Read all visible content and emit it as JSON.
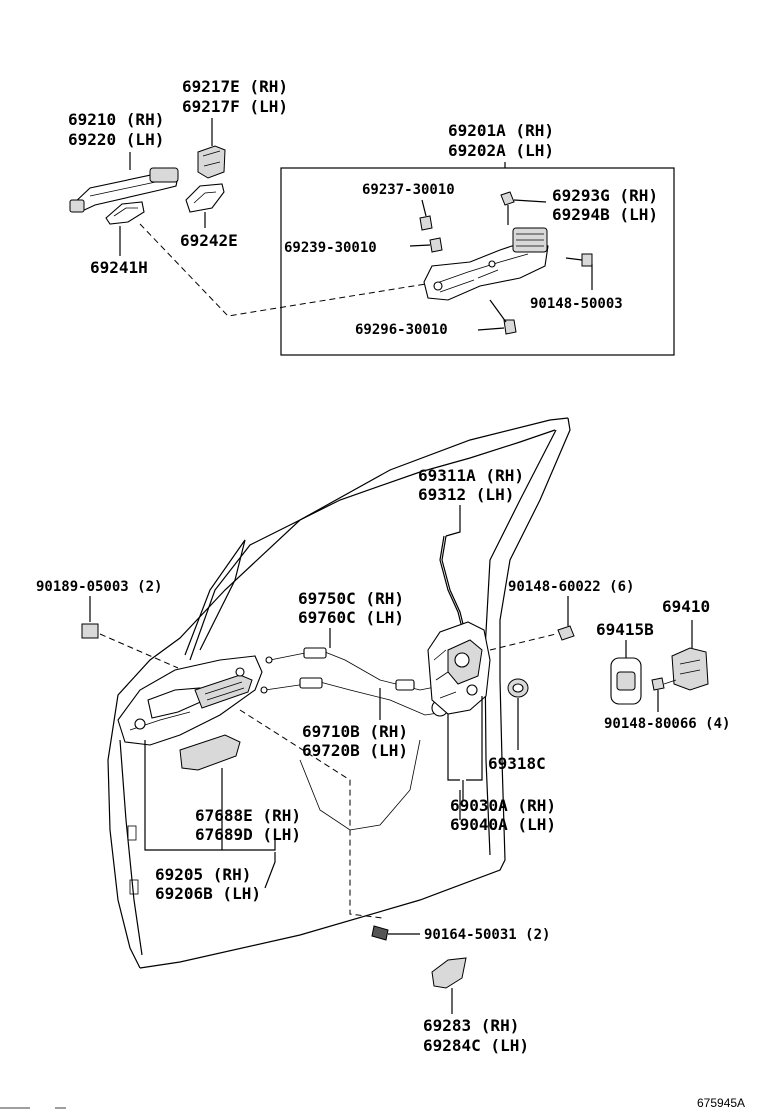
{
  "labels": {
    "p69210": "69210 (RH)",
    "p69220": "69220 (LH)",
    "p69217e": "69217E (RH)",
    "p69217f": "69217F (LH)",
    "p69242e": "69242E",
    "p69241h": "69241H",
    "p69201a": "69201A (RH)",
    "p69202a": "69202A (LH)",
    "p69237": "69237-30010",
    "p69293g": "69293G (RH)",
    "p69294b": "69294B (LH)",
    "p69239": "69239-30010",
    "p90148_50003": "90148-50003",
    "p69296": "69296-30010",
    "p69311a": "69311A (RH)",
    "p69312": "69312 (LH)",
    "p90189": "90189-05003 (2)",
    "p69750c": "69750C (RH)",
    "p69760c": "69760C (LH)",
    "p90148_60022": "90148-60022 (6)",
    "p69410": "69410",
    "p69415b": "69415B",
    "p90148_80066": "90148-80066 (4)",
    "p69710b": "69710B (RH)",
    "p69720b": "69720B (LH)",
    "p69318c": "69318C",
    "p69030a": "69030A (RH)",
    "p69040a": "69040A (LH)",
    "p67688e": "67688E (RH)",
    "p67689d": "67689D (LH)",
    "p69205": "69205 (RH)",
    "p69206b": "69206B (LH)",
    "p90164": "90164-50031 (2)",
    "p69283": "69283 (RH)",
    "p69284c": "69284C (LH)",
    "diagram_id": "675945A"
  }
}
